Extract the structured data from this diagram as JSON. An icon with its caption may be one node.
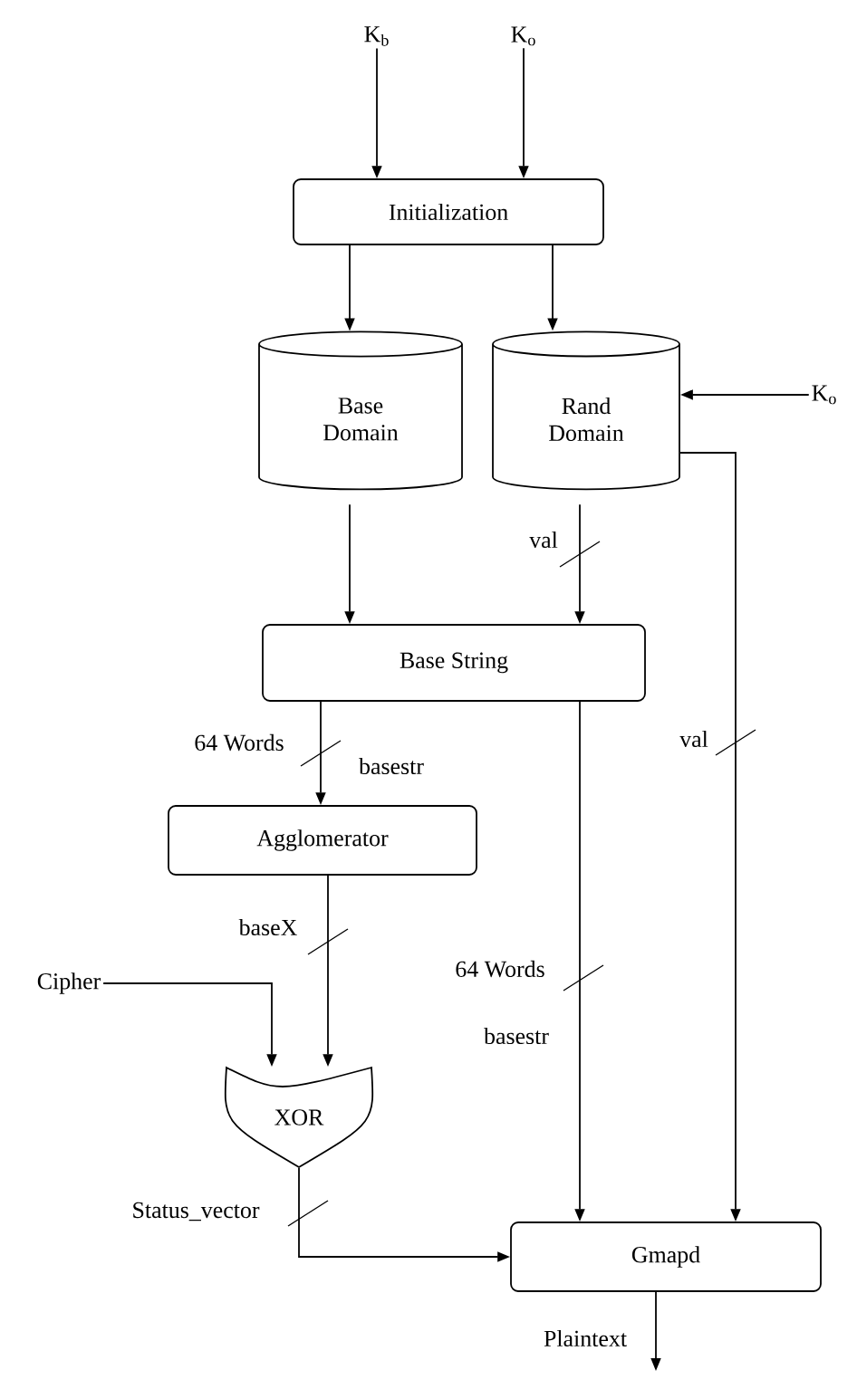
{
  "diagram": {
    "nodes": [
      {
        "text": [
          "K$_{b}$"
        ]
      },
      {
        "text": [
          "K$_{o}$"
        ]
      },
      {
        "text": [
          "Initialization"
        ]
      },
      {
        "text": [
          "Base Domain"
        ]
      },
      {
        "text": [
          "Rand Domain"
        ]
      },
      {
        "text": [
          "K$_{o}$"
        ]
      },
      {
        "text": [
          "Base String"
        ]
      },
      {
        "text": [
          "Agglomerator"
        ]
      },
      {
        "text": [
          "Cipher"
        ]
      },
      {
        "text": [
          "XOR"
        ]
      },
      {
        "text": [
          "Gmapd"
        ]
      }
    ],
    "edges": [
      {
        "from": 0,
        "to": 2,
        "arrow": "to"
      },
      {
        "from": 1,
        "to": 2,
        "arrow": "to"
      },
      {
        "from": 2,
        "to": 3,
        "arrow": "to"
      },
      {
        "from": 2,
        "to": 4,
        "arrow": "to"
      },
      {
        "from": 5,
        "to": 4,
        "arrow": "to"
      },
      {
        "from": 3,
        "to": 6,
        "arrow": "to"
      },
      {
        "from": 4,
        "to": 6,
        "arrow": "to",
        "label": "val"
      },
      {
        "from": 6,
        "to": 7,
        "arrow": "to",
        "label": "64 Words"
      },
      {
        "from": 6,
        "to": 10,
        "arrow": "to",
        "label": "64 Words"
      },
      {
        "from": 4,
        "to": 10,
        "arrow": "to",
        "label": "val"
      },
      {
        "from": 7,
        "to": 9,
        "arrow": "to",
        "label": "baseX"
      },
      {
        "from": 8,
        "to": 9,
        "arrow": "to"
      },
      {
        "from": 9,
        "to": 10,
        "arrow": "to",
        "label": "Status_vector"
      },
      {
        "from": 10,
        "to": null,
        "arrow": "to",
        "label": "Plaintext"
      }
    ],
    "labels": [
      "basestr",
      "basestr"
    ]
  }
}
